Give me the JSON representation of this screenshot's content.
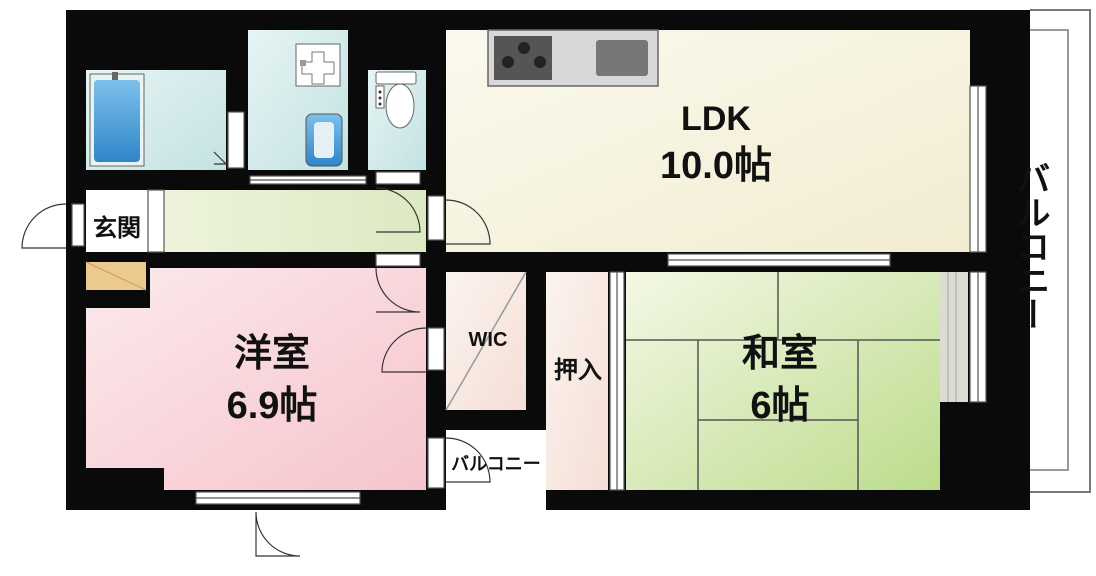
{
  "rooms": {
    "ldk": {
      "name": "LDK",
      "size": "10.0帖"
    },
    "western": {
      "name": "洋室",
      "size": "6.9帖"
    },
    "japanese": {
      "name": "和室",
      "size": "6帖"
    },
    "wic": {
      "name": "WIC"
    },
    "closet": {
      "name": "押入"
    },
    "entrance": {
      "name": "玄関"
    },
    "balcony_main": {
      "name": "バルコニー"
    },
    "balcony_small": {
      "name": "バルコニー"
    }
  },
  "colors": {
    "wall": "#0a0a0a",
    "ldk_floor": "#f6f3e0",
    "western_floor": "#f7cfd6",
    "japanese_floor": "#c9e3a3",
    "corridor_floor": "#e4efcf",
    "wet_area": "#d6ecec",
    "wic_floor": "#f8e8e0",
    "entrance_tile": "#ecc98e",
    "tub": "#4a9bd6"
  }
}
